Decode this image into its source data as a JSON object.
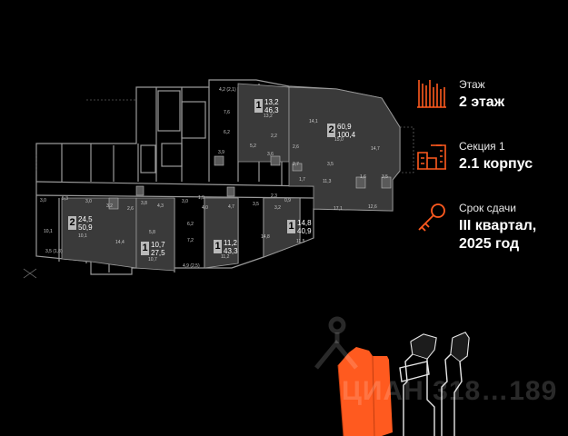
{
  "info": {
    "floor_label": "Этаж",
    "floor_value": "2 этаж",
    "section_label": "Секция 1",
    "section_value": "2.1 корпус",
    "deadline_label": "Срок сдачи",
    "deadline_value": "III квартал,\n2025 год"
  },
  "apartments": [
    {
      "rooms": "1",
      "area_living": "13,2",
      "area_total": "46,3"
    },
    {
      "rooms": "2",
      "area_living": "60,9",
      "area_total": "100,4"
    },
    {
      "rooms": "2",
      "area_living": "24,5",
      "area_total": "50,9"
    },
    {
      "rooms": "1",
      "area_living": "10,7",
      "area_total": "27,5"
    },
    {
      "rooms": "1",
      "area_living": "11,2",
      "area_total": "43,3"
    },
    {
      "rooms": "1",
      "area_living": "14,8",
      "area_total": "40,9"
    }
  ],
  "room_labels": {
    "r1": "4,2 (2,1)",
    "r2": "7,6",
    "r3": "13,2",
    "r4": "6,2",
    "r5": "2,2",
    "r6": "3,9",
    "r7": "5,2",
    "r8": "3,6",
    "r9": "14,1",
    "r10": "15,0",
    "r11": "14,7",
    "r12": "2,6",
    "r13": "2,7",
    "r14": "3,5",
    "r15": "1,6",
    "r16": "3,5",
    "r17": "1,7",
    "r18": "11,3",
    "r19": "17,1",
    "r20": "12,6",
    "r21": "5,3",
    "r22": "3,0",
    "r23": "3,0",
    "r24": "3,2",
    "r25": "2,6",
    "r26": "3,8",
    "r27": "4,3",
    "r28": "3,0",
    "r29": "1,9",
    "r30": "4,0",
    "r31": "4,7",
    "r32": "2,3",
    "r33": "0,9",
    "r34": "3,5",
    "r35": "3,2",
    "r36": "10,1",
    "r37": "10,1",
    "r38": "14,4",
    "r39": "5,8",
    "r40": "6,2",
    "r41": "7,2",
    "r42": "14,8",
    "r43": "11,5",
    "r44": "3,5 (1,8)",
    "r45": "10,7",
    "r46": "4,9 (2,5)",
    "r47": "11,2"
  },
  "watermark": "ЦИАН 318…189",
  "colors": {
    "accent": "#ff5a1f",
    "background": "#000000",
    "apartment_fill": "#3a3a3a",
    "badge": "#b9b9b9"
  }
}
